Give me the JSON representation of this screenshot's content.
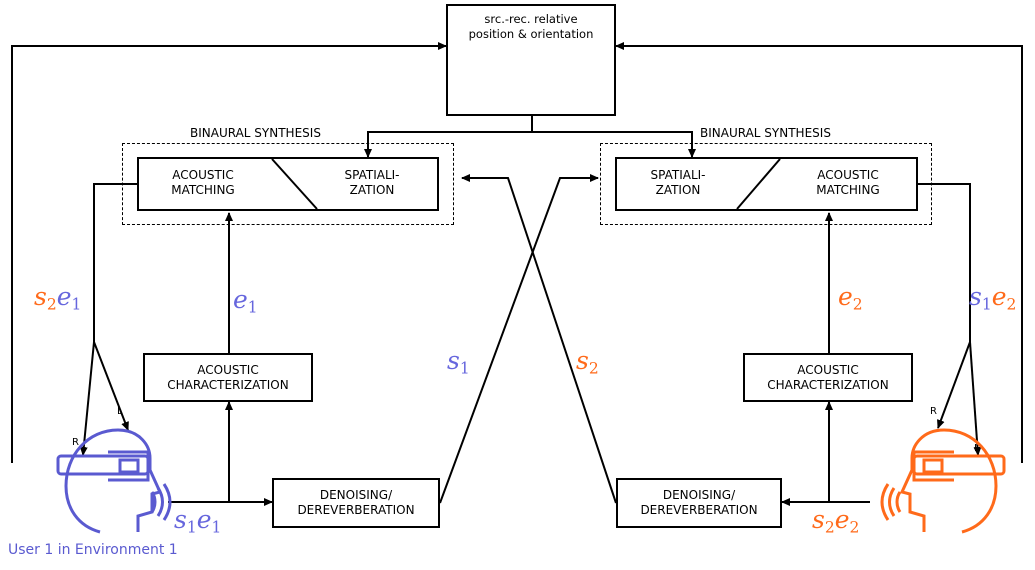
{
  "top_box": {
    "line1": "src.-rec. relative",
    "line2": "position & orientation"
  },
  "synthesis": {
    "left_title": "BINAURAL SYNTHESIS",
    "right_title": "BINAURAL SYNTHESIS",
    "acoustic_matching": [
      "ACOUSTIC",
      "MATCHING"
    ],
    "spatialization": [
      "SPATIALI-",
      "ZATION"
    ]
  },
  "characterization": [
    "ACOUSTIC",
    "CHARACTERIZATION"
  ],
  "denoising": [
    "DENOISING/",
    "DEREVERBERATION"
  ],
  "signals": {
    "s1": "s",
    "s1_sub": "1",
    "s2": "s",
    "s2_sub": "2",
    "e1": "e",
    "e1_sub": "1",
    "e2": "e",
    "e2_sub": "2"
  },
  "ear_labels": {
    "left": "L",
    "right": "R"
  },
  "user1_caption": "User 1 in Environment 1",
  "colors": {
    "user1": "#6666dd",
    "user2": "#ff6a1a"
  }
}
